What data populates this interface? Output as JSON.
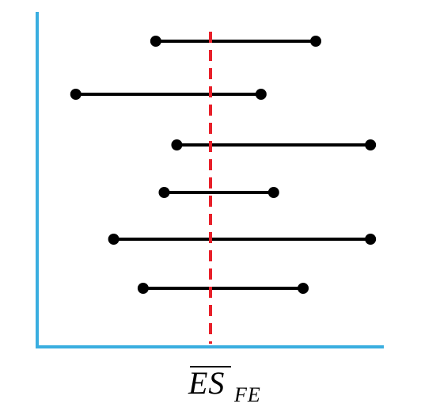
{
  "colors": {
    "axis": "#3aaee0",
    "interval": "#000000",
    "pooled_estimate": "#e8202a",
    "background": "#ffffff"
  },
  "pooled_estimate_label": {
    "main": "ES",
    "subscript": "FE"
  },
  "chart_data": {
    "type": "forest-plot-schematic",
    "title": "",
    "xlabel": "ES_FE",
    "ylabel": "",
    "xlim": [
      0,
      100
    ],
    "grid": false,
    "legend": "none",
    "pooled_estimate": 50,
    "intervals": [
      {
        "low": 37,
        "high": 75
      },
      {
        "low": 18,
        "high": 62
      },
      {
        "low": 42,
        "high": 88
      },
      {
        "low": 39,
        "high": 65
      },
      {
        "low": 27,
        "high": 88
      },
      {
        "low": 34,
        "high": 72
      }
    ]
  }
}
